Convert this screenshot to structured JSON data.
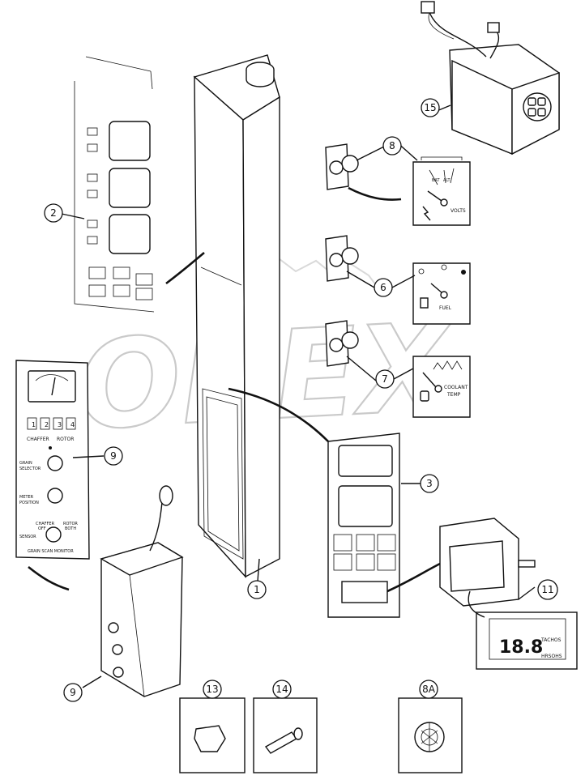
{
  "watermark": "OREX",
  "callouts": {
    "c1": "1",
    "c2": "2",
    "c3": "3",
    "c6": "6",
    "c7": "7",
    "c8": "8",
    "c8a": "8A",
    "c9a": "9",
    "c9b": "9",
    "c11": "11",
    "c13": "13",
    "c14": "14",
    "c15": "15"
  },
  "gauges": {
    "volts": {
      "label": "VOLTS",
      "bat": "BAT",
      "alt": "ALT"
    },
    "fuel": {
      "label": "FUEL"
    },
    "coolant": {
      "label_line1": "COOLANT",
      "label_line2": "TEMP"
    }
  },
  "monitor_panel": {
    "keys": [
      "1",
      "2",
      "3",
      "4"
    ],
    "group_left": "CHAFFER",
    "group_right": "ROTOR",
    "grain_selector_line1": "GRAIN",
    "grain_selector_line2": "SELECTOR",
    "meter_position_line1": "METER",
    "meter_position_line2": "POSITION",
    "sensor": "SENSOR",
    "chaffer_off": "CHAFFER",
    "off": "OFF",
    "rotor_both": "ROTOR",
    "both": "BOTH",
    "title": "GRAIN SCAN MONITOR"
  },
  "tach_display": {
    "digits": "18.8",
    "label1": "TACHOS",
    "label2": "HRSOHS"
  },
  "colors": {
    "line": "#111111",
    "watermark": "#b9b9b9",
    "background": "#ffffff"
  }
}
